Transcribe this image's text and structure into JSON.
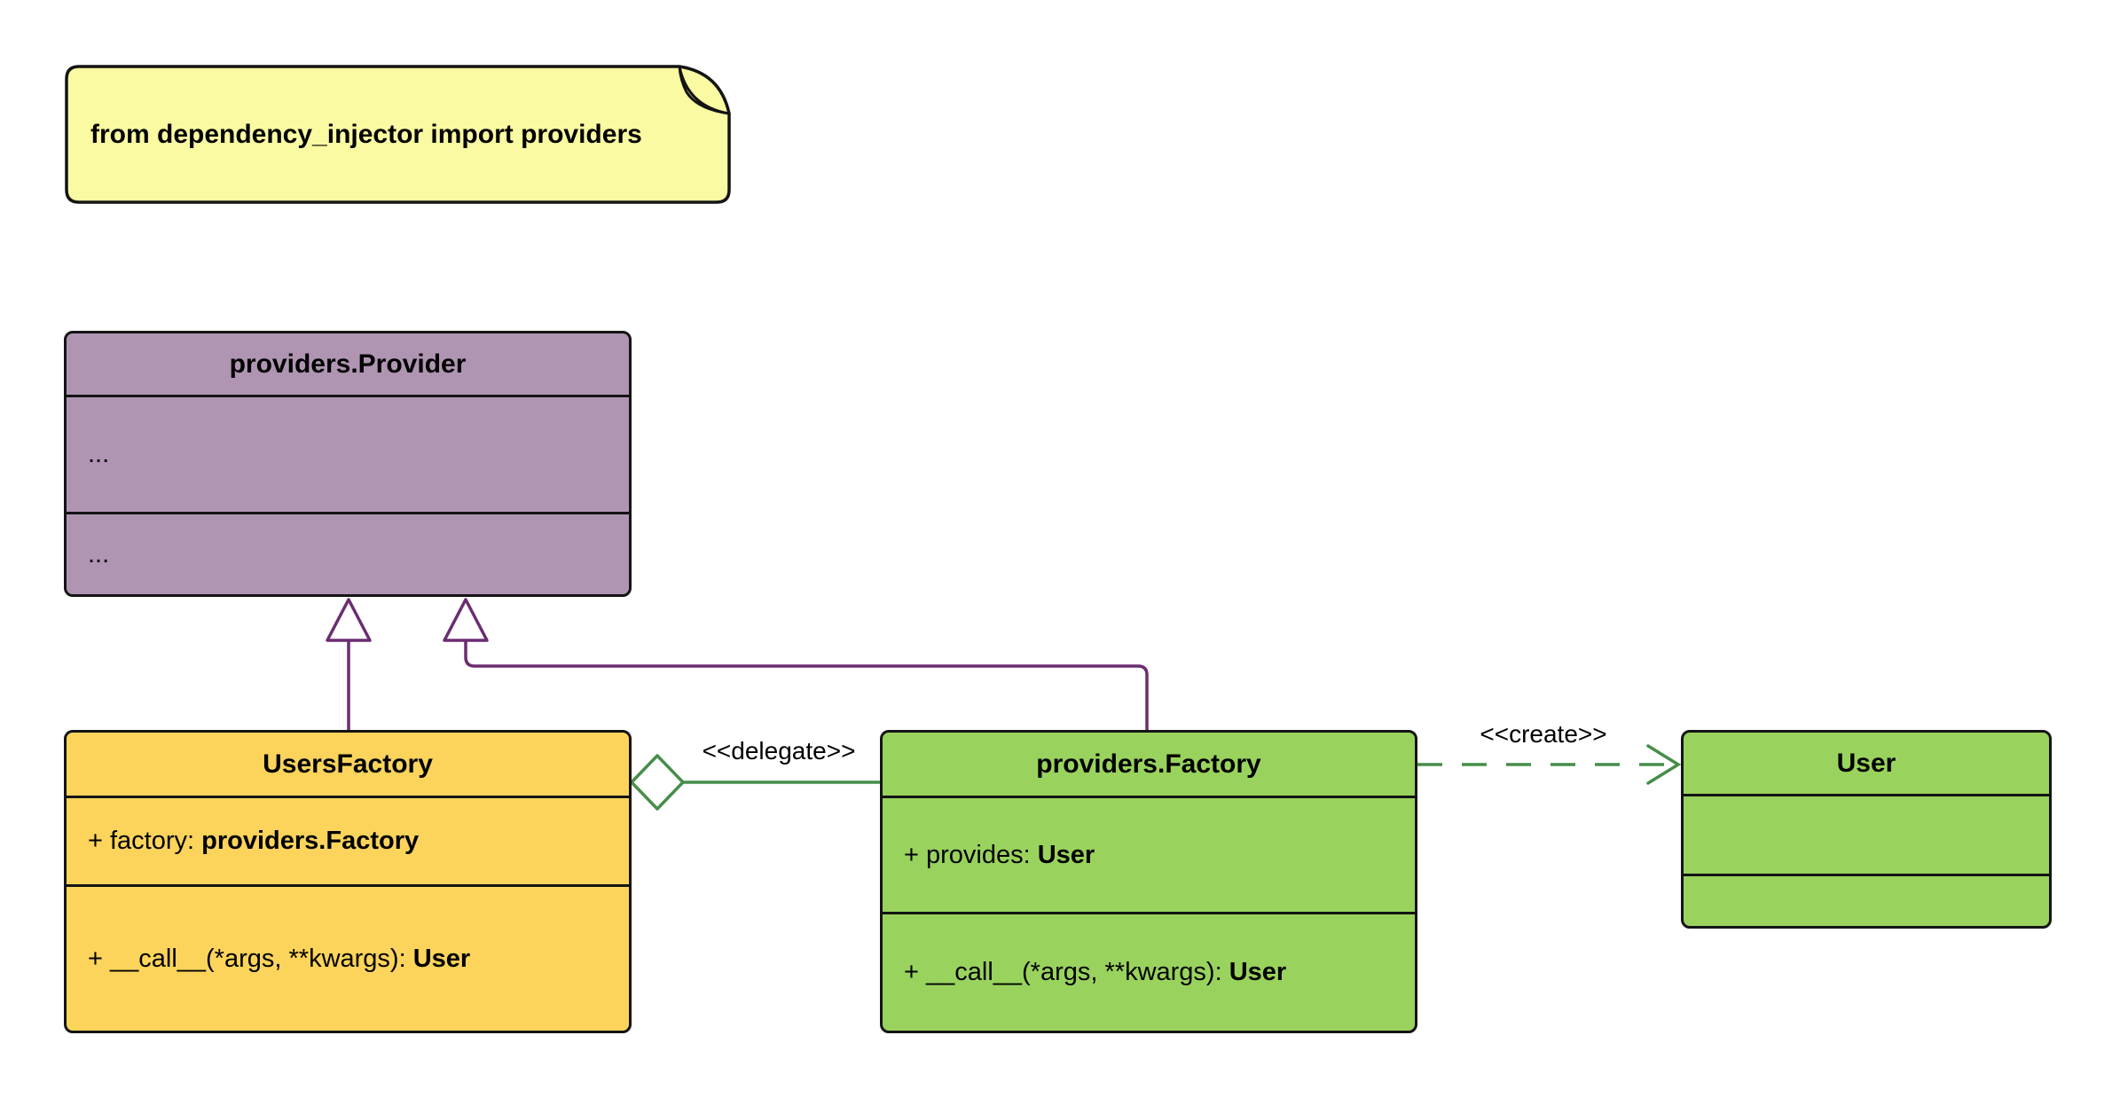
{
  "diagram": {
    "note": {
      "text": "from dependency_injector import providers"
    },
    "provider_class": {
      "title": "providers.Provider",
      "attributes_placeholder": "...",
      "methods_placeholder": "..."
    },
    "users_factory_class": {
      "title": "UsersFactory",
      "attribute_prefix": "+ factory: ",
      "attribute_type": "providers.Factory",
      "method_prefix": "+ __call__(*args, **kwargs): ",
      "method_return_type": "User"
    },
    "factory_class": {
      "title": "providers.Factory",
      "attribute_prefix": "+ provides: ",
      "attribute_type": "User",
      "method_prefix": "+ __call__(*args, **kwargs): ",
      "method_return_type": "User"
    },
    "user_class": {
      "title": "User"
    },
    "relationships": {
      "delegate_label": "<<delegate>>",
      "create_label": "<<create>>"
    },
    "colors": {
      "note_fill": "#FAFAA2",
      "note_fold": "#C5C58C",
      "provider_fill": "#B095B3",
      "usersfactory_fill": "#FCD45C",
      "factory_fill": "#99D35E",
      "user_fill": "#99D35E",
      "inheritance_line": "#6B2D70",
      "association_line": "#468D49",
      "border": "#141414"
    }
  }
}
